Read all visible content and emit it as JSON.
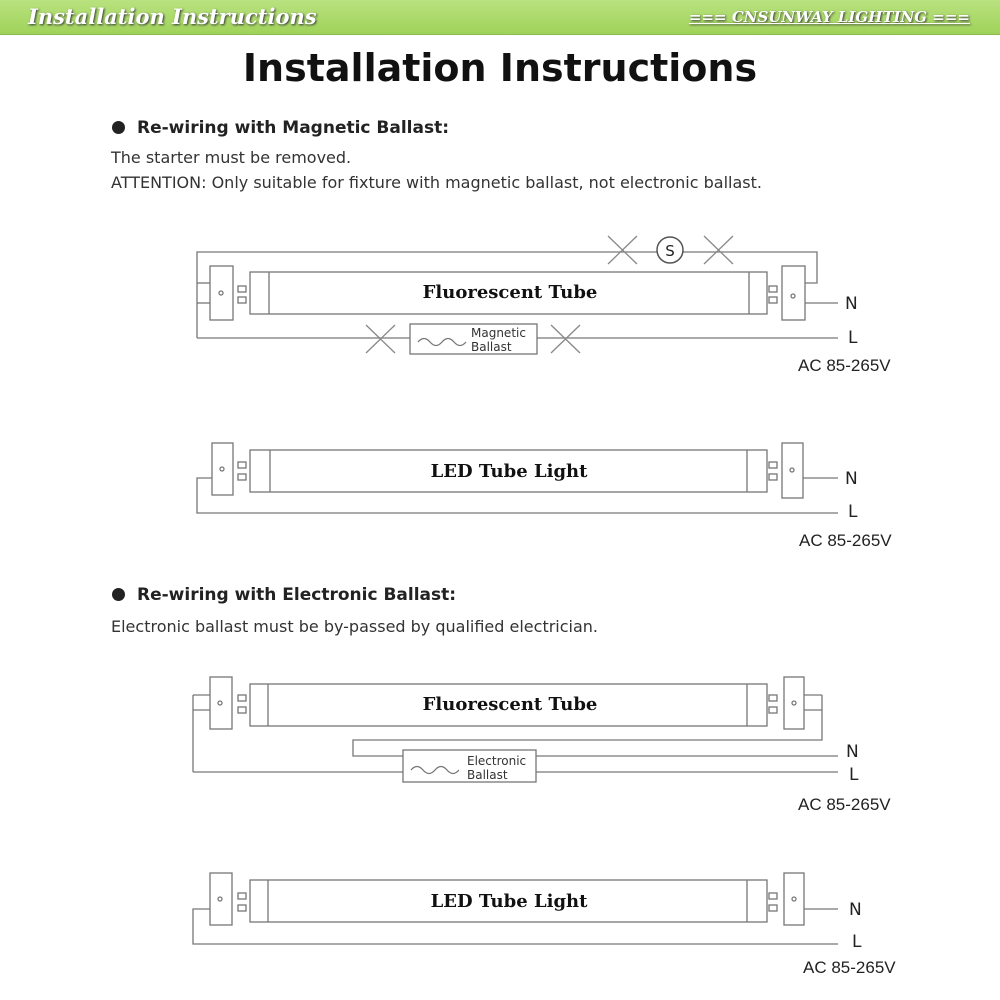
{
  "banner": {
    "left_text": "Installation Instructions",
    "right_text": "=== CNSUNWAY LIGHTING ==="
  },
  "title": "Installation Instructions",
  "magnetic": {
    "heading": "Re-wiring with Magnetic Ballast:",
    "note1": "The starter must be removed.",
    "note2": "ATTENTION: Only suitable for fixture with magnetic ballast, not electronic ballast.",
    "starter_symbol": "S",
    "ballast_line1": "Magnetic",
    "ballast_line2": "Ballast",
    "tube_before": "Fluorescent Tube",
    "tube_after": "LED Tube Light"
  },
  "electronic": {
    "heading": "Re-wiring with Electronic Ballast:",
    "note1": "Electronic ballast must be by-passed by qualified electrician.",
    "ballast_line1": "Electronic",
    "ballast_line2": "Ballast",
    "tube_before": "Fluorescent Tube",
    "tube_after": "LED Tube Light"
  },
  "labels": {
    "neutral": "N",
    "live": "L",
    "voltage": "AC 85-265V"
  }
}
